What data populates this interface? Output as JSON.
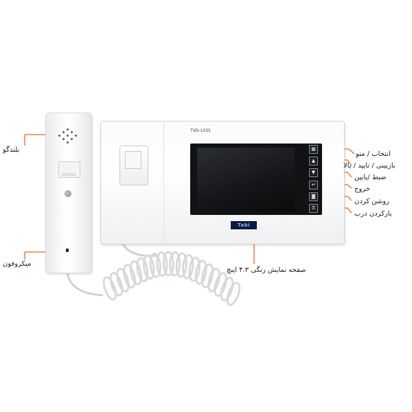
{
  "device": {
    "model": "TVD-1035",
    "brand": "Tabi",
    "accent_color": "#f26522"
  },
  "buttons": [
    {
      "icon": "menu-grid-icon",
      "glyph": "▦"
    },
    {
      "icon": "arrow-up-icon",
      "glyph": "▲"
    },
    {
      "icon": "arrow-down-icon",
      "glyph": "▼"
    },
    {
      "icon": "back-icon",
      "glyph": "↩"
    },
    {
      "icon": "light-icon",
      "glyph": "◙"
    },
    {
      "icon": "key-icon",
      "glyph": "⚿"
    }
  ],
  "labels": {
    "speaker": "بلندگو",
    "microphone": "میکروفون",
    "select_menu": "انتخاب / منو",
    "playback_confirm_up": "بازبینی / تایید / بالا",
    "record_down": "ضبط /پایین",
    "exit": "خروج",
    "turn_on": "روشن کردن",
    "open_door": "بازکردن درب",
    "screen": "صفحه نمایش رنگی ۴.۳ اینچ"
  }
}
